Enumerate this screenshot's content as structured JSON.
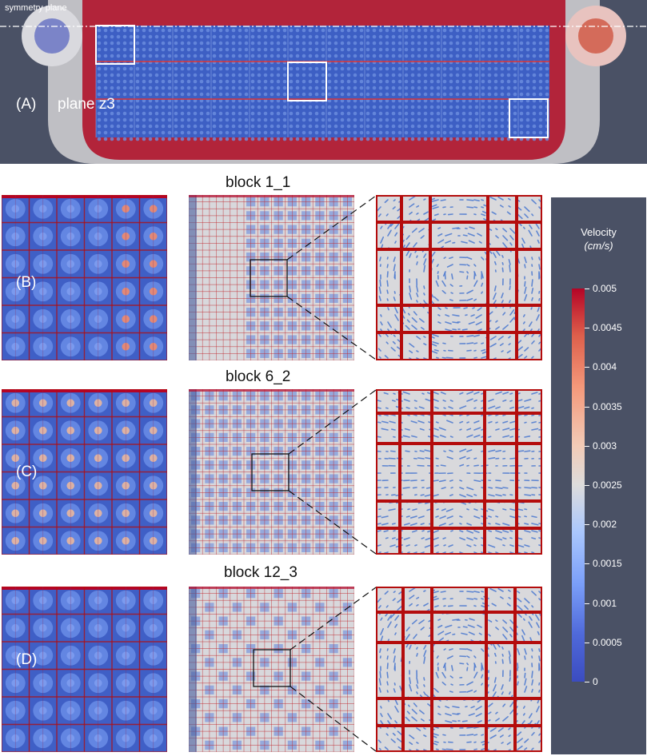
{
  "panel_a": {
    "symmetry_label": "symmetry plane",
    "label": "(A)",
    "plane_label": "plane z3"
  },
  "blocks": [
    {
      "title": "block 1_1",
      "row_label": "(B)"
    },
    {
      "title": "block 6_2",
      "row_label": "(C)"
    },
    {
      "title": "block 12_3",
      "row_label": "(D)"
    }
  ],
  "legend": {
    "title": "Velocity",
    "unit": "(cm/s)",
    "ticks": [
      "0.005",
      "0.0045",
      "0.004",
      "0.0035",
      "0.003",
      "0.0025",
      "0.002",
      "0.0015",
      "0.001",
      "0.0005",
      "0"
    ]
  },
  "colors": {
    "background_panel": "#4a5165",
    "high_velocity": "#b40426",
    "low_velocity": "#3b4cc0",
    "grid_red": "#b40c0c",
    "arrow_blue": "#4a78d0"
  }
}
